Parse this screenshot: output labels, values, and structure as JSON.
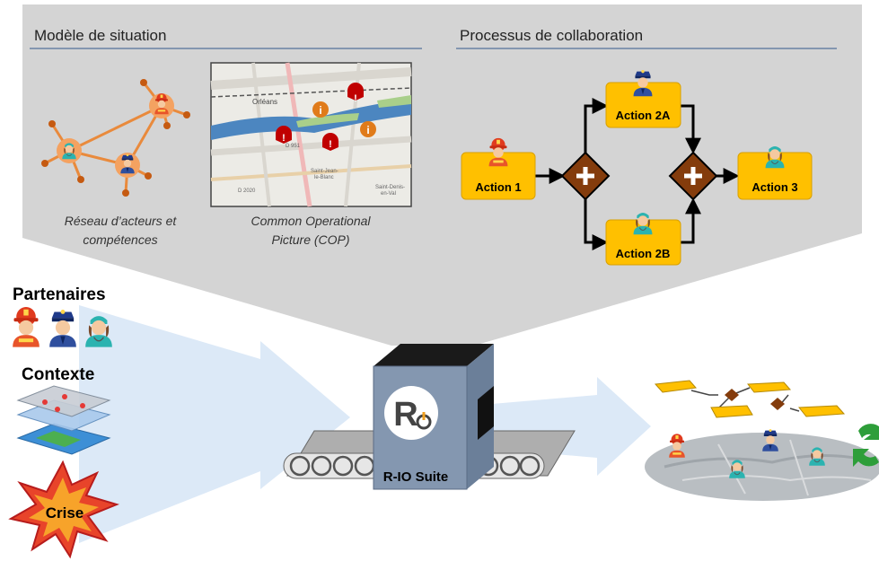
{
  "top_panel": {
    "left_title": "Modèle de situation",
    "right_title": "Processus de collaboration",
    "network_caption_l1": "Réseau d’acteurs et",
    "network_caption_l2": "compétences",
    "cop_caption_l1": "Common Operational",
    "cop_caption_l2": "Picture (COP)",
    "map_labels": {
      "city": "Orléans",
      "road": "D 951",
      "place1": "Saint-Jean-",
      "place1b": "le-Blanc",
      "place2": "Saint-Denis-",
      "place2b": "en-Val",
      "road2": "D 2020"
    }
  },
  "process": {
    "action1": "Action 1",
    "action2a": "Action 2A",
    "action2b": "Action 2B",
    "action3": "Action 3"
  },
  "inputs": {
    "partners_label": "Partenaires",
    "context_label": "Contexte",
    "crisis_label": "Crise"
  },
  "machine": {
    "label": "R-IO Suite",
    "logo": "R"
  },
  "colors": {
    "panel_gray": "#d4d4d4",
    "action_yellow": "#ffc000",
    "gateway_brown": "#843c0c",
    "arrow_blue": "#dce9f7",
    "machine_blue": "#8497b0",
    "node_orange": "#e98a3c",
    "underline": "#8496b0",
    "refresh_green": "#2e9e3a"
  },
  "icons": [
    "firefighter-icon",
    "police-icon",
    "nurse-icon",
    "alert-marker-icon",
    "info-marker-icon",
    "plus-gateway-icon",
    "refresh-icon",
    "explosion-icon",
    "map-layers-icon"
  ]
}
